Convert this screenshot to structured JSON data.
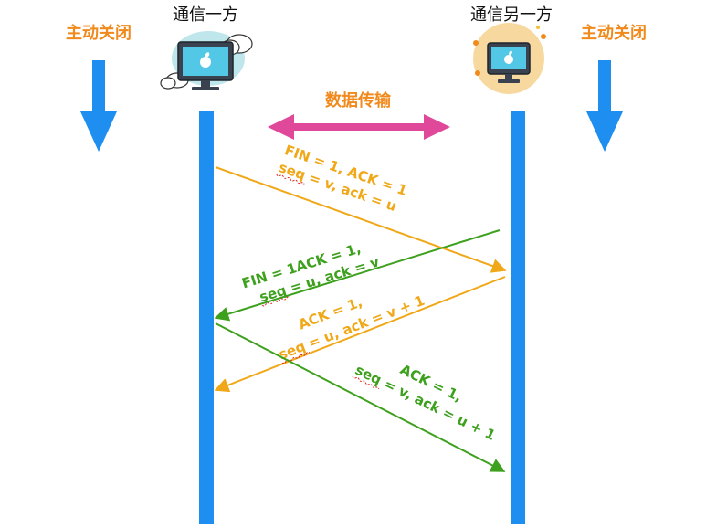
{
  "left_party": {
    "label": "通信一方",
    "action_label": "主动关闭"
  },
  "right_party": {
    "label": "通信另一方",
    "action_label": "主动关闭"
  },
  "transfer_label": "数据传输",
  "messages": [
    {
      "line1": "FIN = 1, ACK = 1",
      "line2": "seq = v, ack = u",
      "direction": "left-to-right",
      "color": "#f0a818"
    },
    {
      "line1": "FIN = 1ACK = 1,",
      "line2": "seq = u, ack = v",
      "direction": "right-to-left",
      "color": "#3ea11e"
    },
    {
      "line1": "ACK = 1,",
      "line2": "seq = u, ack = v + 1",
      "direction": "right-to-left",
      "color": "#f0a818"
    },
    {
      "line1": "ACK = 1,",
      "line2": "seq = v, ack = u + 1",
      "direction": "left-to-right",
      "color": "#3ea11e"
    }
  ],
  "colors": {
    "lifeline": "#1e8ff0",
    "side_arrow": "#1e8ff0",
    "transfer_arrow": "#e0489a",
    "accent_orange": "#f08a1c"
  },
  "icons": {
    "left": "computer-icon",
    "right": "computer-icon",
    "apple": "apple-logo-icon"
  }
}
